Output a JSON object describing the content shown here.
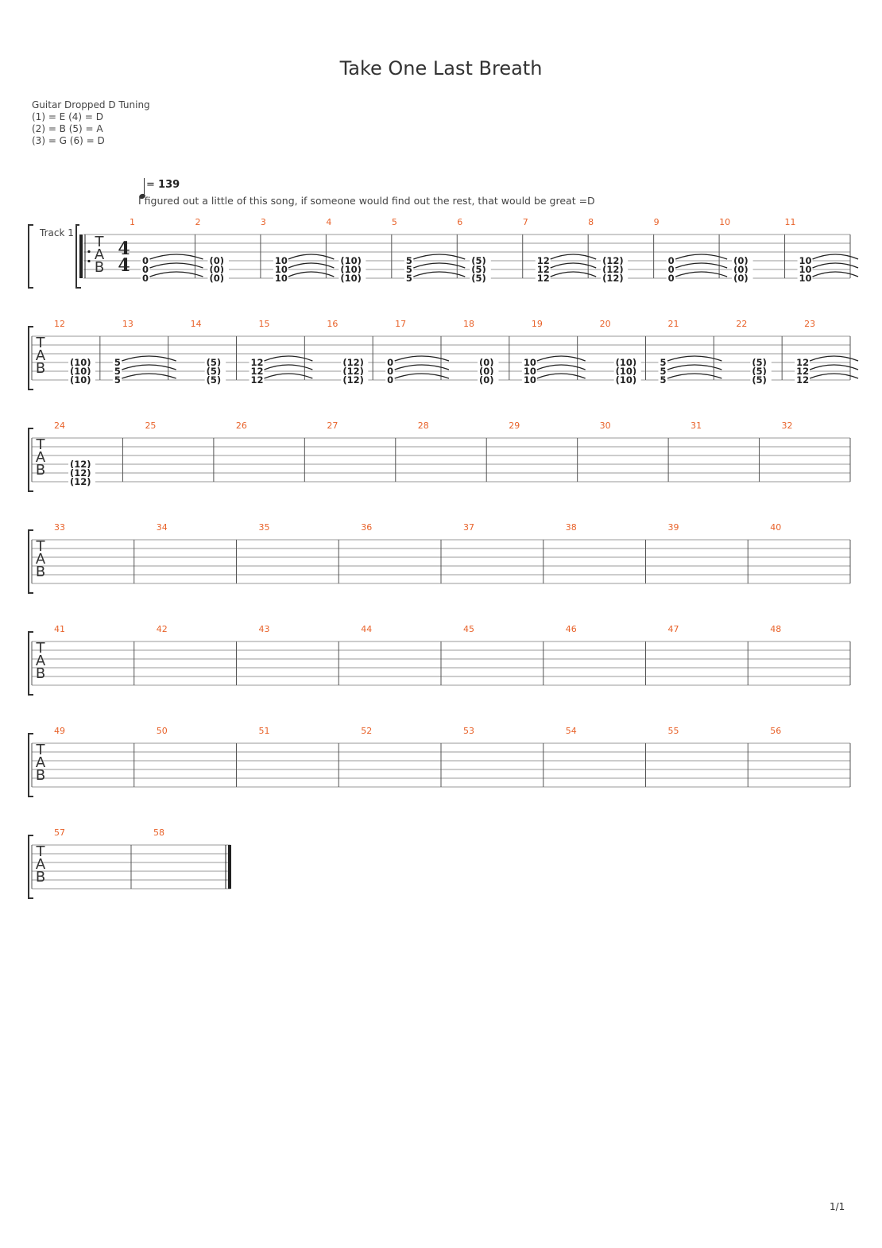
{
  "title": "Take One Last Breath",
  "tuning": {
    "heading": "Guitar Dropped D Tuning",
    "lines": [
      "(1) = E  (4) = D",
      "(2) = B  (5) = A",
      "(3) = G  (6) = D"
    ]
  },
  "tempo": {
    "symbol": "= ",
    "value": "139"
  },
  "comment": "I figured out a little of this song, if someone would find out the rest, that would be great =D",
  "track": {
    "name": "Track 1"
  },
  "time_signature": {
    "top": "4",
    "bottom": "4"
  },
  "clef": [
    "T",
    "A",
    "B"
  ],
  "page": "1/1",
  "colors": {
    "measure_number": "#e8622a",
    "staff_line": "#999999",
    "barline": "#555555",
    "text": "#333333"
  },
  "systems": [
    {
      "measures": [
        {
          "num": "1",
          "notes": "0",
          "tie": true
        },
        {
          "num": "2",
          "notes": "(0)"
        },
        {
          "num": "3",
          "notes": "10",
          "tie": true
        },
        {
          "num": "4",
          "notes": "(10)"
        },
        {
          "num": "5",
          "notes": "5",
          "tie": true
        },
        {
          "num": "6",
          "notes": "(5)"
        },
        {
          "num": "7",
          "notes": "12",
          "tie": true
        },
        {
          "num": "8",
          "notes": "(12)"
        },
        {
          "num": "9",
          "notes": "0",
          "tie": true
        },
        {
          "num": "10",
          "notes": "(0)"
        },
        {
          "num": "11",
          "notes": "10",
          "tie": true
        }
      ]
    },
    {
      "measures": [
        {
          "num": "12",
          "notes": "(10)"
        },
        {
          "num": "13",
          "notes": "5",
          "tie": true
        },
        {
          "num": "14",
          "notes": "(5)"
        },
        {
          "num": "15",
          "notes": "12",
          "tie": true
        },
        {
          "num": "16",
          "notes": "(12)"
        },
        {
          "num": "17",
          "notes": "0",
          "tie": true
        },
        {
          "num": "18",
          "notes": "(0)"
        },
        {
          "num": "19",
          "notes": "10",
          "tie": true
        },
        {
          "num": "20",
          "notes": "(10)"
        },
        {
          "num": "21",
          "notes": "5",
          "tie": true
        },
        {
          "num": "22",
          "notes": "(5)"
        },
        {
          "num": "23",
          "notes": "12",
          "tie": true
        }
      ]
    },
    {
      "measures": [
        {
          "num": "24",
          "notes": "(12)"
        },
        {
          "num": "25"
        },
        {
          "num": "26"
        },
        {
          "num": "27"
        },
        {
          "num": "28"
        },
        {
          "num": "29"
        },
        {
          "num": "30"
        },
        {
          "num": "31"
        },
        {
          "num": "32"
        }
      ]
    },
    {
      "measures": [
        {
          "num": "33"
        },
        {
          "num": "34"
        },
        {
          "num": "35"
        },
        {
          "num": "36"
        },
        {
          "num": "37"
        },
        {
          "num": "38"
        },
        {
          "num": "39"
        },
        {
          "num": "40"
        }
      ]
    },
    {
      "measures": [
        {
          "num": "41"
        },
        {
          "num": "42"
        },
        {
          "num": "43"
        },
        {
          "num": "44"
        },
        {
          "num": "45"
        },
        {
          "num": "46"
        },
        {
          "num": "47"
        },
        {
          "num": "48"
        }
      ]
    },
    {
      "measures": [
        {
          "num": "49"
        },
        {
          "num": "50"
        },
        {
          "num": "51"
        },
        {
          "num": "52"
        },
        {
          "num": "53"
        },
        {
          "num": "54"
        },
        {
          "num": "55"
        },
        {
          "num": "56"
        }
      ]
    },
    {
      "measures": [
        {
          "num": "57"
        },
        {
          "num": "58"
        }
      ]
    }
  ]
}
